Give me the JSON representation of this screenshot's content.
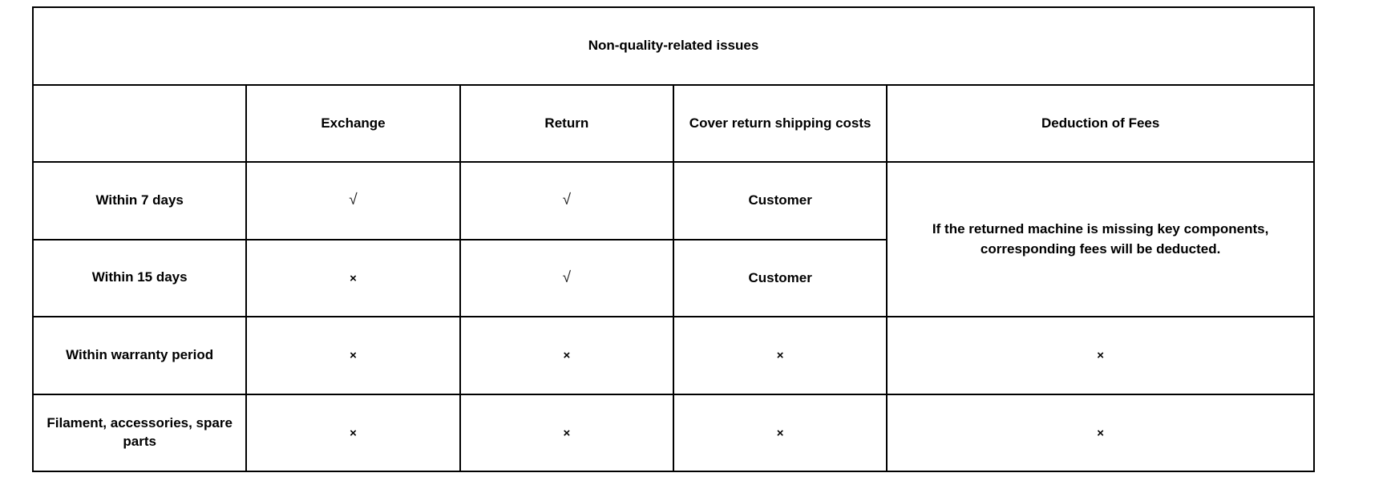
{
  "table": {
    "title": "Non-quality-related issues",
    "columns": {
      "row_header": "",
      "exchange": "Exchange",
      "return": "Return",
      "shipping": "Cover return shipping costs",
      "fees": "Deduction of Fees"
    },
    "symbols": {
      "allowed": "√",
      "not_allowed": "×"
    },
    "rows": [
      {
        "label": "Within 7 days",
        "exchange": "√",
        "return": "√",
        "shipping": "Customer"
      },
      {
        "label": "Within 15 days",
        "exchange": "×",
        "return": "√",
        "shipping": "Customer"
      },
      {
        "label": "Within warranty period",
        "exchange": "×",
        "return": "×",
        "shipping": "×",
        "fees": "×"
      },
      {
        "label": "Filament, accessories, spare parts",
        "exchange": "×",
        "return": "×",
        "shipping": "×",
        "fees": "×"
      }
    ],
    "fees_note": "If the returned machine is missing key components,\ncorresponding fees will be deducted."
  }
}
